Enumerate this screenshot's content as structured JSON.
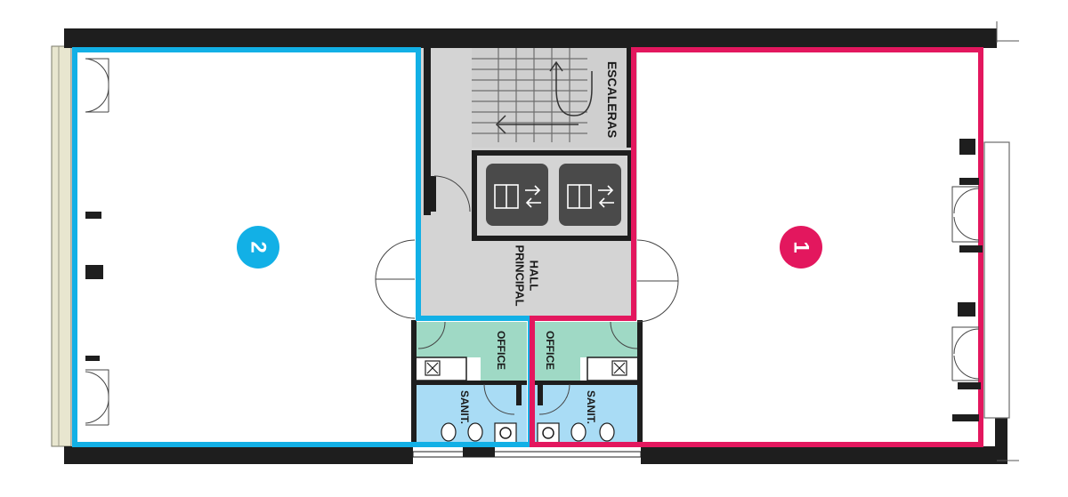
{
  "rooms": {
    "room_2": {
      "number": "2",
      "color": "#12b0e6"
    },
    "room_1": {
      "number": "1",
      "color": "#e3175e"
    }
  },
  "labels": {
    "stairs": "ESCALERAS",
    "hall_line1": "HALL",
    "hall_line2": "PRINCIPAL",
    "office_left": "OFFICE",
    "office_right": "OFFICE",
    "sanit_left": "SANIT.",
    "sanit_right": "SANIT."
  },
  "colors": {
    "wall": "#1e1e1e",
    "hall": "#d4d4d4",
    "office": "#9fd9c5",
    "sanitary": "#a9dcf5",
    "elevator": "#4a4a4a",
    "facade": "#e8e6cf"
  }
}
